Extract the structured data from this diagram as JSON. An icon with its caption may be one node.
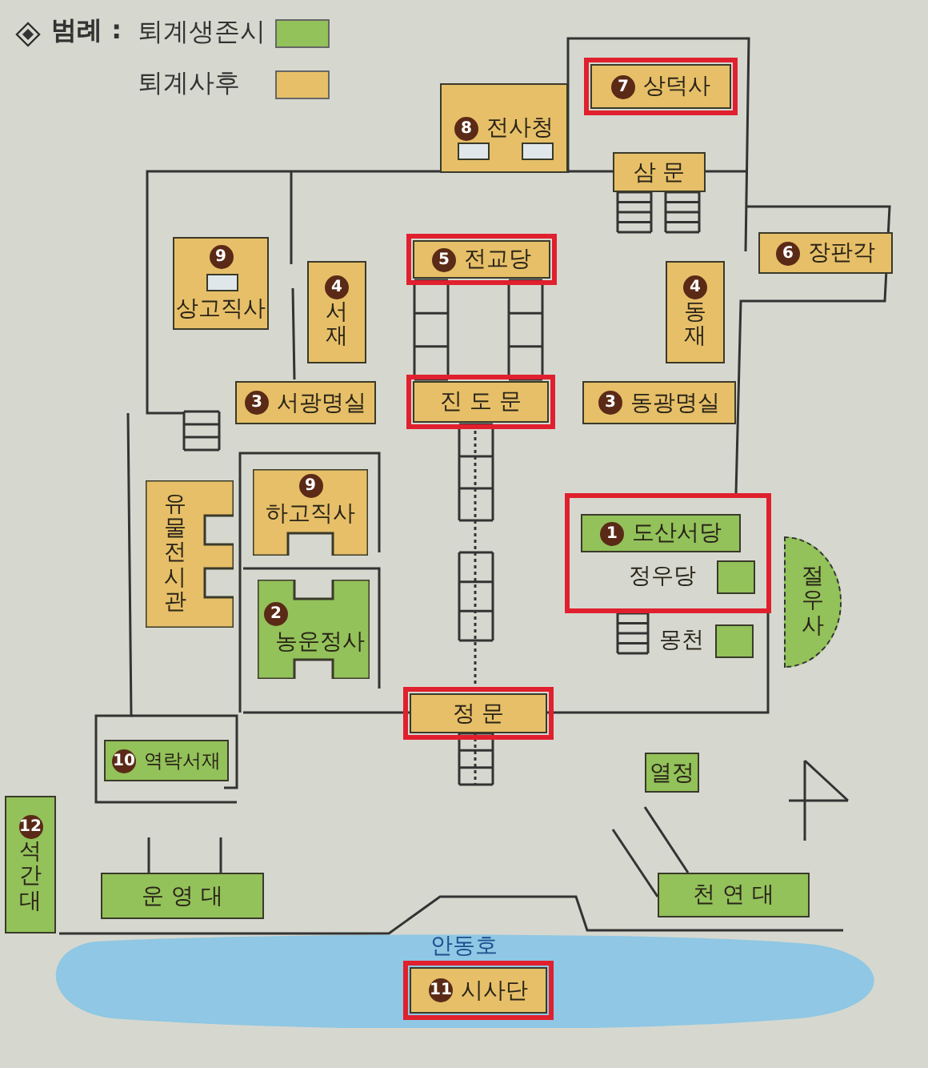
{
  "diagram": {
    "nodes": [
      {
        "text": [
          "8",
          "전사청"
        ]
      },
      {
        "text": [
          "7",
          "상덕사"
        ]
      },
      {
        "text": [
          "삼 문"
        ]
      },
      {
        "text": [
          "9",
          "상고직사"
        ]
      },
      {
        "text": [
          "4",
          "서재"
        ]
      },
      {
        "text": [
          "5",
          "전교당"
        ]
      },
      {
        "text": [
          "6",
          "장판각"
        ]
      },
      {
        "text": [
          "4",
          "동재"
        ]
      },
      {
        "text": [
          "3",
          "서광명실"
        ]
      },
      {
        "text": [
          "진 도 문"
        ]
      },
      {
        "text": [
          "3",
          "동광명실"
        ]
      },
      {
        "text": [
          "유물전시관"
        ]
      },
      {
        "text": [
          "9",
          "하고직사"
        ]
      },
      {
        "text": [
          "1",
          "도산서당"
        ]
      },
      {
        "text": [],
        "shape": "box",
        "beside": [
          "정우당"
        ]
      },
      {
        "text": [
          "2",
          "농운정사"
        ]
      },
      {
        "text": [
          "절우사"
        ]
      },
      {
        "text": [],
        "shape": "box",
        "beside": [
          "몽천"
        ]
      },
      {
        "text": [
          "정 문"
        ]
      },
      {
        "text": [
          "10",
          "역락서재"
        ]
      },
      {
        "text": [
          "열정"
        ]
      },
      {
        "text": [
          "12",
          "석간대"
        ]
      },
      {
        "text": [
          "운 영 대"
        ]
      },
      {
        "text": [
          "천 연 대"
        ]
      },
      {
        "text": [
          "안동호"
        ]
      },
      {
        "text": [
          "11",
          "시사단"
        ],
        "in": 24
      }
    ],
    "labels": [
      "범례 :"
    ],
    "legend": [
      {
        "text": "퇴계생존시",
        "color": "#93c15a"
      },
      {
        "text": "퇴계사후",
        "color": "#e6bf68"
      }
    ]
  }
}
